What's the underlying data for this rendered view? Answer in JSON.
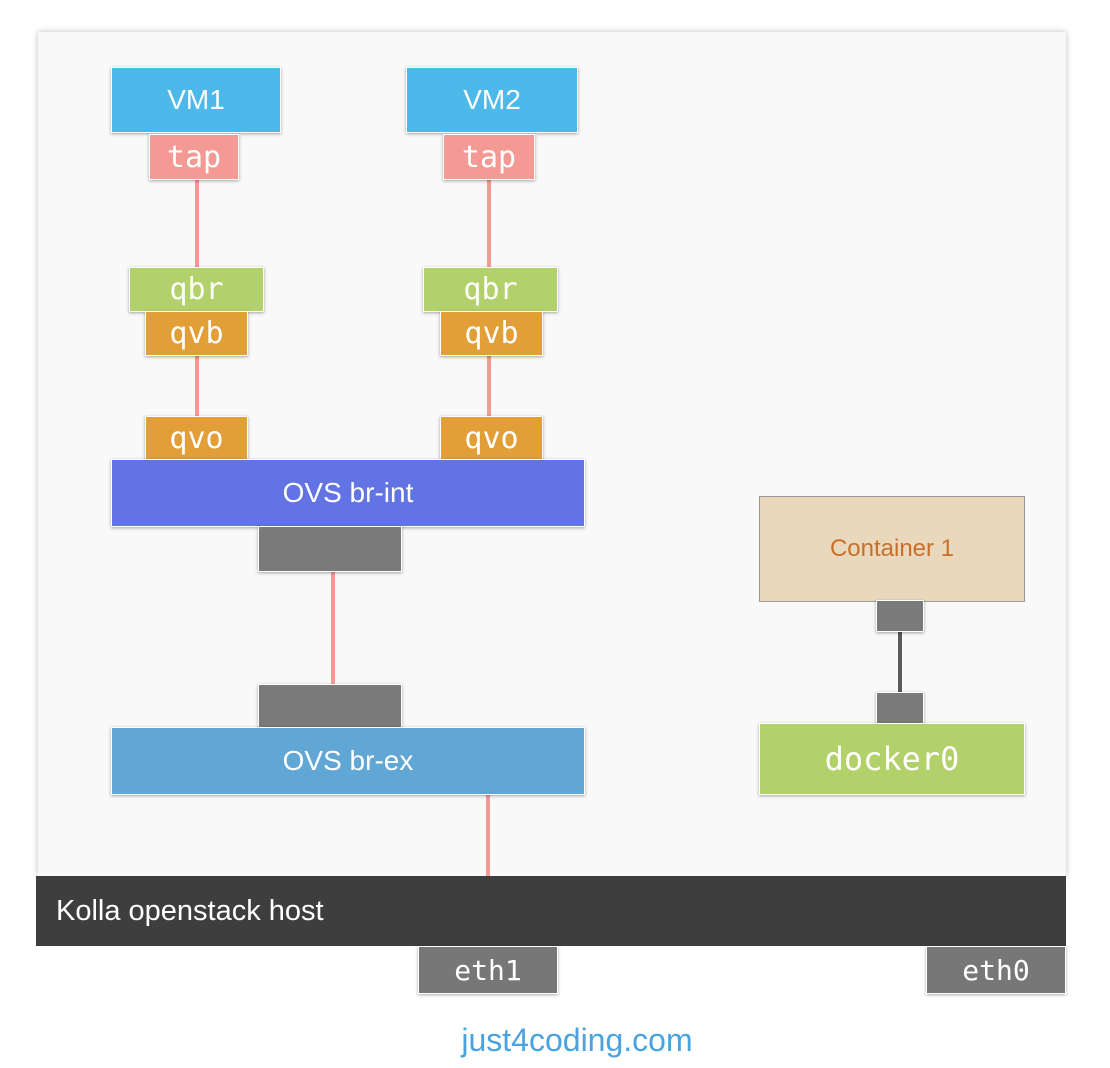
{
  "vms": [
    {
      "name": "VM1",
      "tap": "tap",
      "qbr": "qbr",
      "qvb": "qvb",
      "qvo": "qvo"
    },
    {
      "name": "VM2",
      "tap": "tap",
      "qbr": "qbr",
      "qvb": "qvb",
      "qvo": "qvo"
    }
  ],
  "bridges": {
    "int": "OVS br-int",
    "ex": "OVS br-ex"
  },
  "container": {
    "name": "Container 1",
    "bridge": "docker0"
  },
  "host": {
    "label": "Kolla openstack host",
    "nics": [
      "eth1",
      "eth0"
    ]
  },
  "footer": "just4coding.com",
  "colors": {
    "vm": "#4db8ea",
    "tap": "#f29a93",
    "qbr": "#b3d16a",
    "qvb_qvo": "#e29e37",
    "br_int": "#6274e3",
    "br_ex": "#60a7d6",
    "port": "#7a7a7a",
    "container": "#ead8bd",
    "docker0": "#b3d16a",
    "host_bar": "#3e3e3e",
    "footer": "#4aa3df"
  }
}
